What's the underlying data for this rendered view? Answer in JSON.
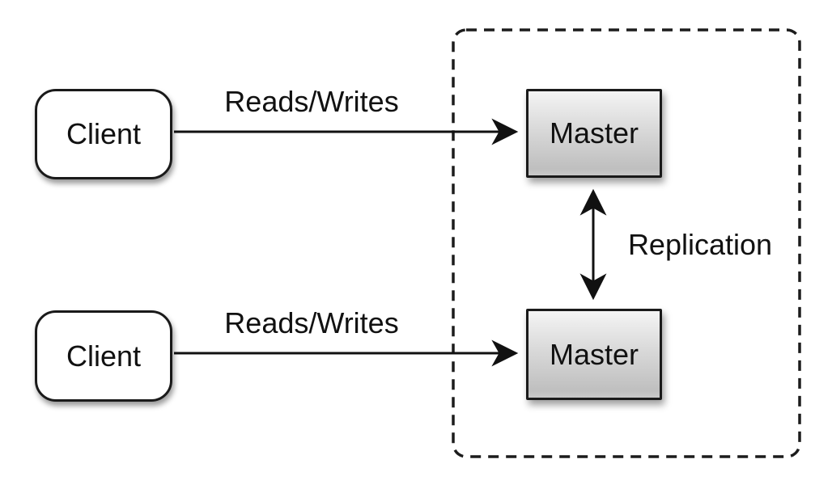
{
  "nodes": {
    "client_top": {
      "label": "Client"
    },
    "client_bottom": {
      "label": "Client"
    },
    "master_top": {
      "label": "Master"
    },
    "master_bottom": {
      "label": "Master"
    }
  },
  "edges": {
    "reads_writes_top": {
      "label": "Reads/Writes"
    },
    "reads_writes_bottom": {
      "label": "Reads/Writes"
    },
    "replication": {
      "label": "Replication"
    }
  },
  "colors": {
    "stroke": "#1a1a1a",
    "client_fill": "#ffffff",
    "master_fill_top": "#f4f4f4",
    "master_fill_bottom": "#bfbfbf",
    "background": "#ffffff"
  }
}
